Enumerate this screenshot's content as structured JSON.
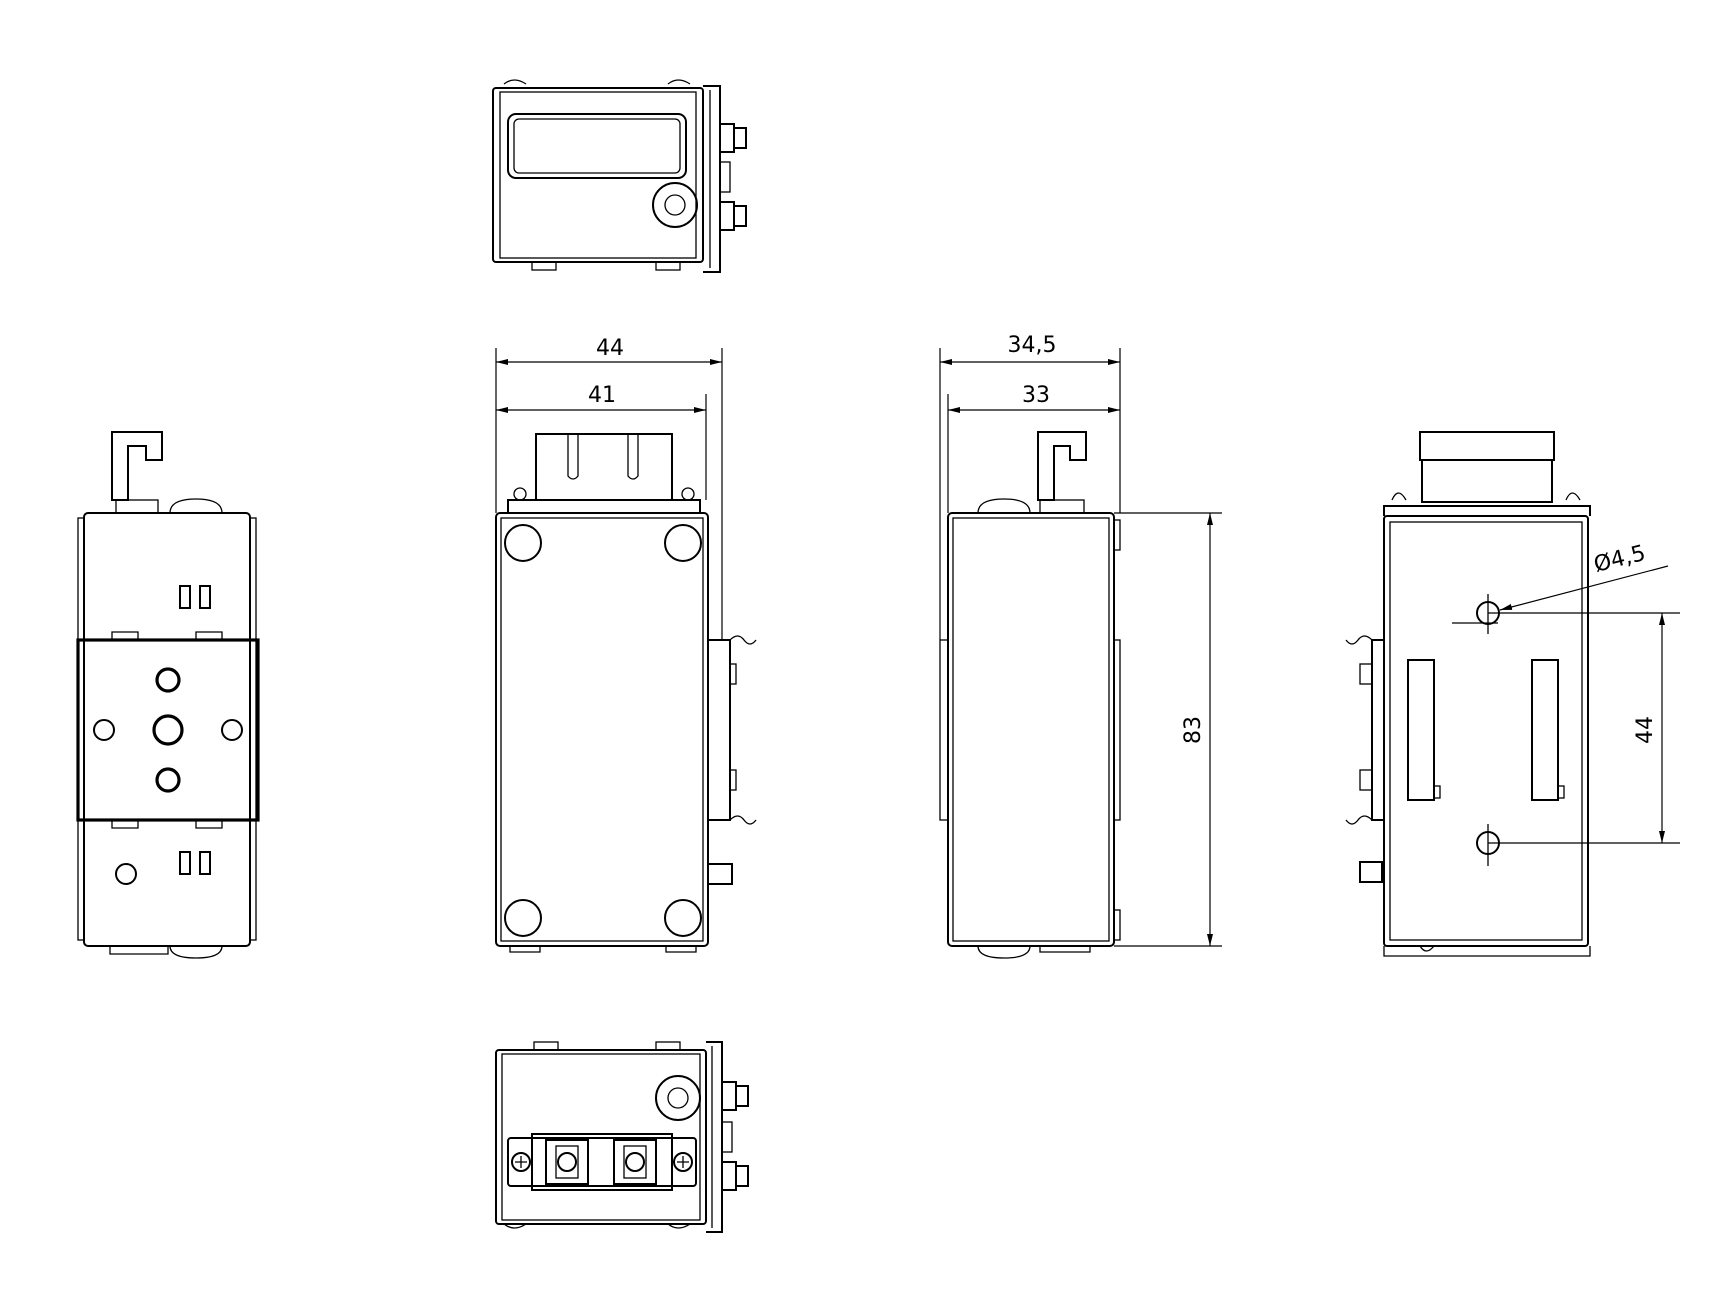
{
  "drawing": {
    "dimensions": {
      "width_overall": "44",
      "width_body": "41",
      "depth_overall": "34,5",
      "depth_body": "33",
      "height": "83",
      "hole_spacing": "44",
      "hole_diameter": "Ø4,5"
    }
  }
}
